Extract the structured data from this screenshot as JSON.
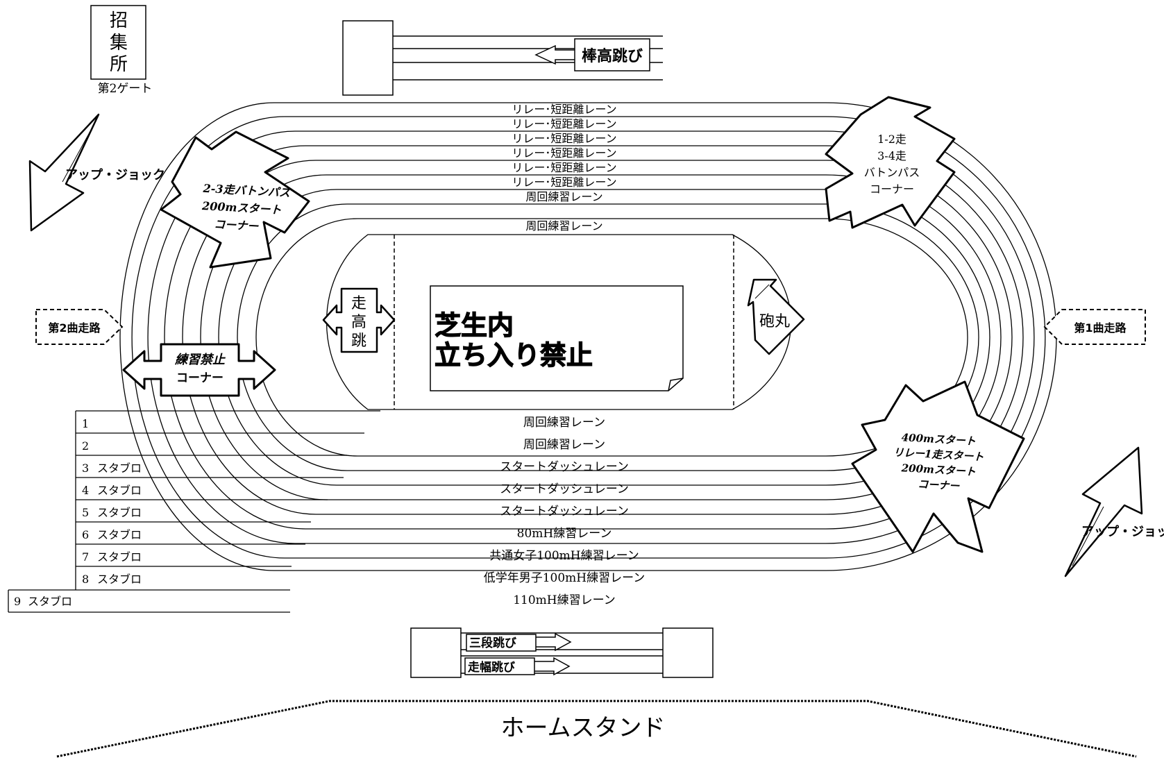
{
  "gathering": {
    "chars": [
      "招",
      "集",
      "所"
    ],
    "gate": "第2ゲート"
  },
  "pole_vault": "棒高跳び",
  "relay_lanes": [
    "リレー･短距離レーン",
    "リレー･短距離レーン",
    "リレー･短距離レーン",
    "リレー･短距離レーン",
    "リレー･短距離レーン",
    "リレー･短距離レーン",
    "周回練習レーン",
    "周回練習レーン"
  ],
  "warmup_jog": "アップ・ジョック",
  "corner_23": [
    "2-3走バトンパス",
    "200mスタート",
    "コーナー"
  ],
  "corner_12": [
    "1-2走",
    "3-4走",
    "バトンパス",
    "コーナー"
  ],
  "corner_400": [
    "400mスタート",
    "リレー1走スタート",
    "200mスタート",
    "コーナー"
  ],
  "no_practice": [
    "練習禁止",
    "コーナー"
  ],
  "second_curve": "第2曲走路",
  "first_curve": "第1曲走路",
  "high_jump": [
    "走",
    "高",
    "跳"
  ],
  "shot_put": "砲丸",
  "turf": [
    "芝生内",
    "立ち入り禁止"
  ],
  "lanes": [
    {
      "num": "1",
      "block": "",
      "name": "周回練習レーン"
    },
    {
      "num": "2",
      "block": "",
      "name": "周回練習レーン"
    },
    {
      "num": "3",
      "block": "スタブロ",
      "name": "スタートダッシュレーン"
    },
    {
      "num": "4",
      "block": "スタブロ",
      "name": "スタートダッシュレーン"
    },
    {
      "num": "5",
      "block": "スタブロ",
      "name": "スタートダッシュレーン"
    },
    {
      "num": "6",
      "block": "スタブロ",
      "name": "80mH練習レーン"
    },
    {
      "num": "7",
      "block": "スタブロ",
      "name": "共通女子100mH練習レーン"
    },
    {
      "num": "8",
      "block": "スタブロ",
      "name": "低学年男子100mH練習レーン"
    },
    {
      "num": "9",
      "block": "スタブロ",
      "name": "110mH練習レーン"
    }
  ],
  "triple_jump": "三段跳び",
  "long_jump": "走幅跳び",
  "home_stand": "ホームスタンド"
}
